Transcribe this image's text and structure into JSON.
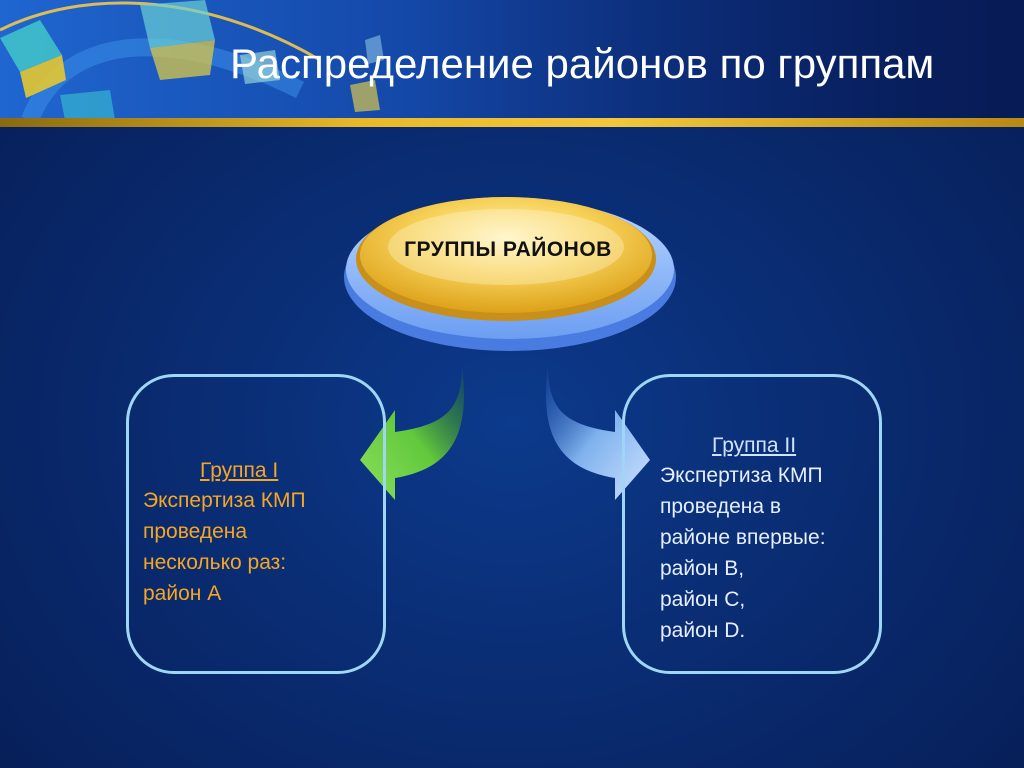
{
  "slide": {
    "title": "Распределение районов по группам"
  },
  "center_node": {
    "label": "ГРУППЫ РАЙОНОВ"
  },
  "groups": [
    {
      "heading": "Группа I",
      "body": "Экспертиза КМП\nпроведена\nнесколько раз:\nрайон А",
      "heading_color": "#f5a623",
      "body_color": "#f5a623"
    },
    {
      "heading": "Группа II",
      "body": "Экспертиза КМП\nпроведена в\nрайоне впервые:\nрайон B,\nрайон C,\nрайон D.",
      "heading_color": "#cfe3ff",
      "body_color": "#e6eeff"
    }
  ],
  "colors": {
    "background": "#0a2c72",
    "accent_gold": "#f3c73a",
    "box_border": "#9fd6f6",
    "arrow_left": "#5cc23a",
    "arrow_right": "#7fb2ee"
  }
}
